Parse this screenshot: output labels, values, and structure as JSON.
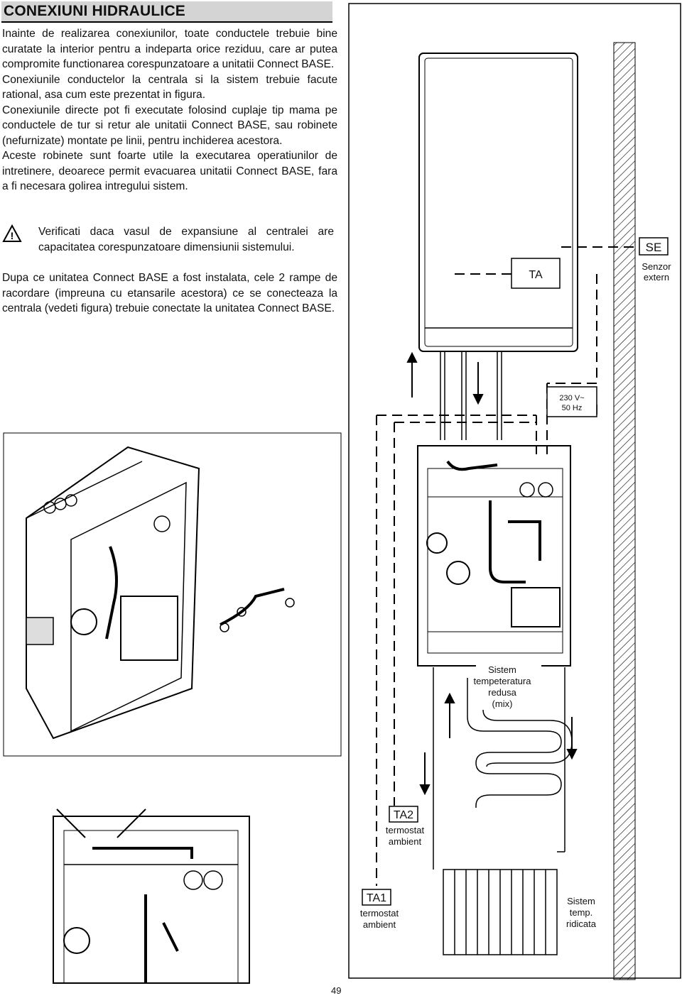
{
  "title": "CONEXIUNI HIDRAULICE",
  "paragraphs": [
    "Inainte de realizarea conexiunilor, toate conductele trebuie bine curatate la interior pentru a indeparta orice reziduu, care ar putea compromite functionarea corespunzatoare a unitatii Connect BASE.",
    "Conexiunile conductelor la centrala si la sistem trebuie facute rational, asa cum este prezentat in figura.",
    "Conexiunile directe pot fi executate folosind cuplaje tip mama pe conductele de tur si retur ale unitatii Connect BASE, sau robinete (nefurnizate) montate pe linii, pentru inchiderea acestora.",
    "Aceste robinete sunt foarte utile la executarea operatiunilor de intretinere, deoarece permit evacuarea unitatii Connect BASE, fara a fi necesara golirea intregului sistem."
  ],
  "warning": {
    "icon": "warning-triangle-icon",
    "symbol": "!",
    "text": "Verificati daca vasul de expansiune al centralei are capacitatea corespunzatoare dimensiunii sistemului."
  },
  "after_warning": "Dupa ce unitatea Connect BASE a fost instalata, cele 2 rampe de racordare (impreuna cu etansarile acestora) ce se conecteaza la centrala (vedeti figura) trebuie conectate la unitatea Connect BASE.",
  "diagram": {
    "ta": "TA",
    "se": "SE",
    "se_line1": "Senzor",
    "se_line2": "extern",
    "power_line1": "230 V~",
    "power_line2": "50 Hz",
    "mix_line1": "Sistem",
    "mix_line2": "tempeteratura",
    "mix_line3": "redusa",
    "mix_line4": "(mix)",
    "ta2": "TA2",
    "ta2_line1": "termostat",
    "ta2_line2": "ambient",
    "ta1": "TA1",
    "ta1_line1": "termostat",
    "ta1_line2": "ambient",
    "high_line1": "Sistem",
    "high_line2": "temp.",
    "high_line3": "ridicata"
  },
  "page_number": "49"
}
